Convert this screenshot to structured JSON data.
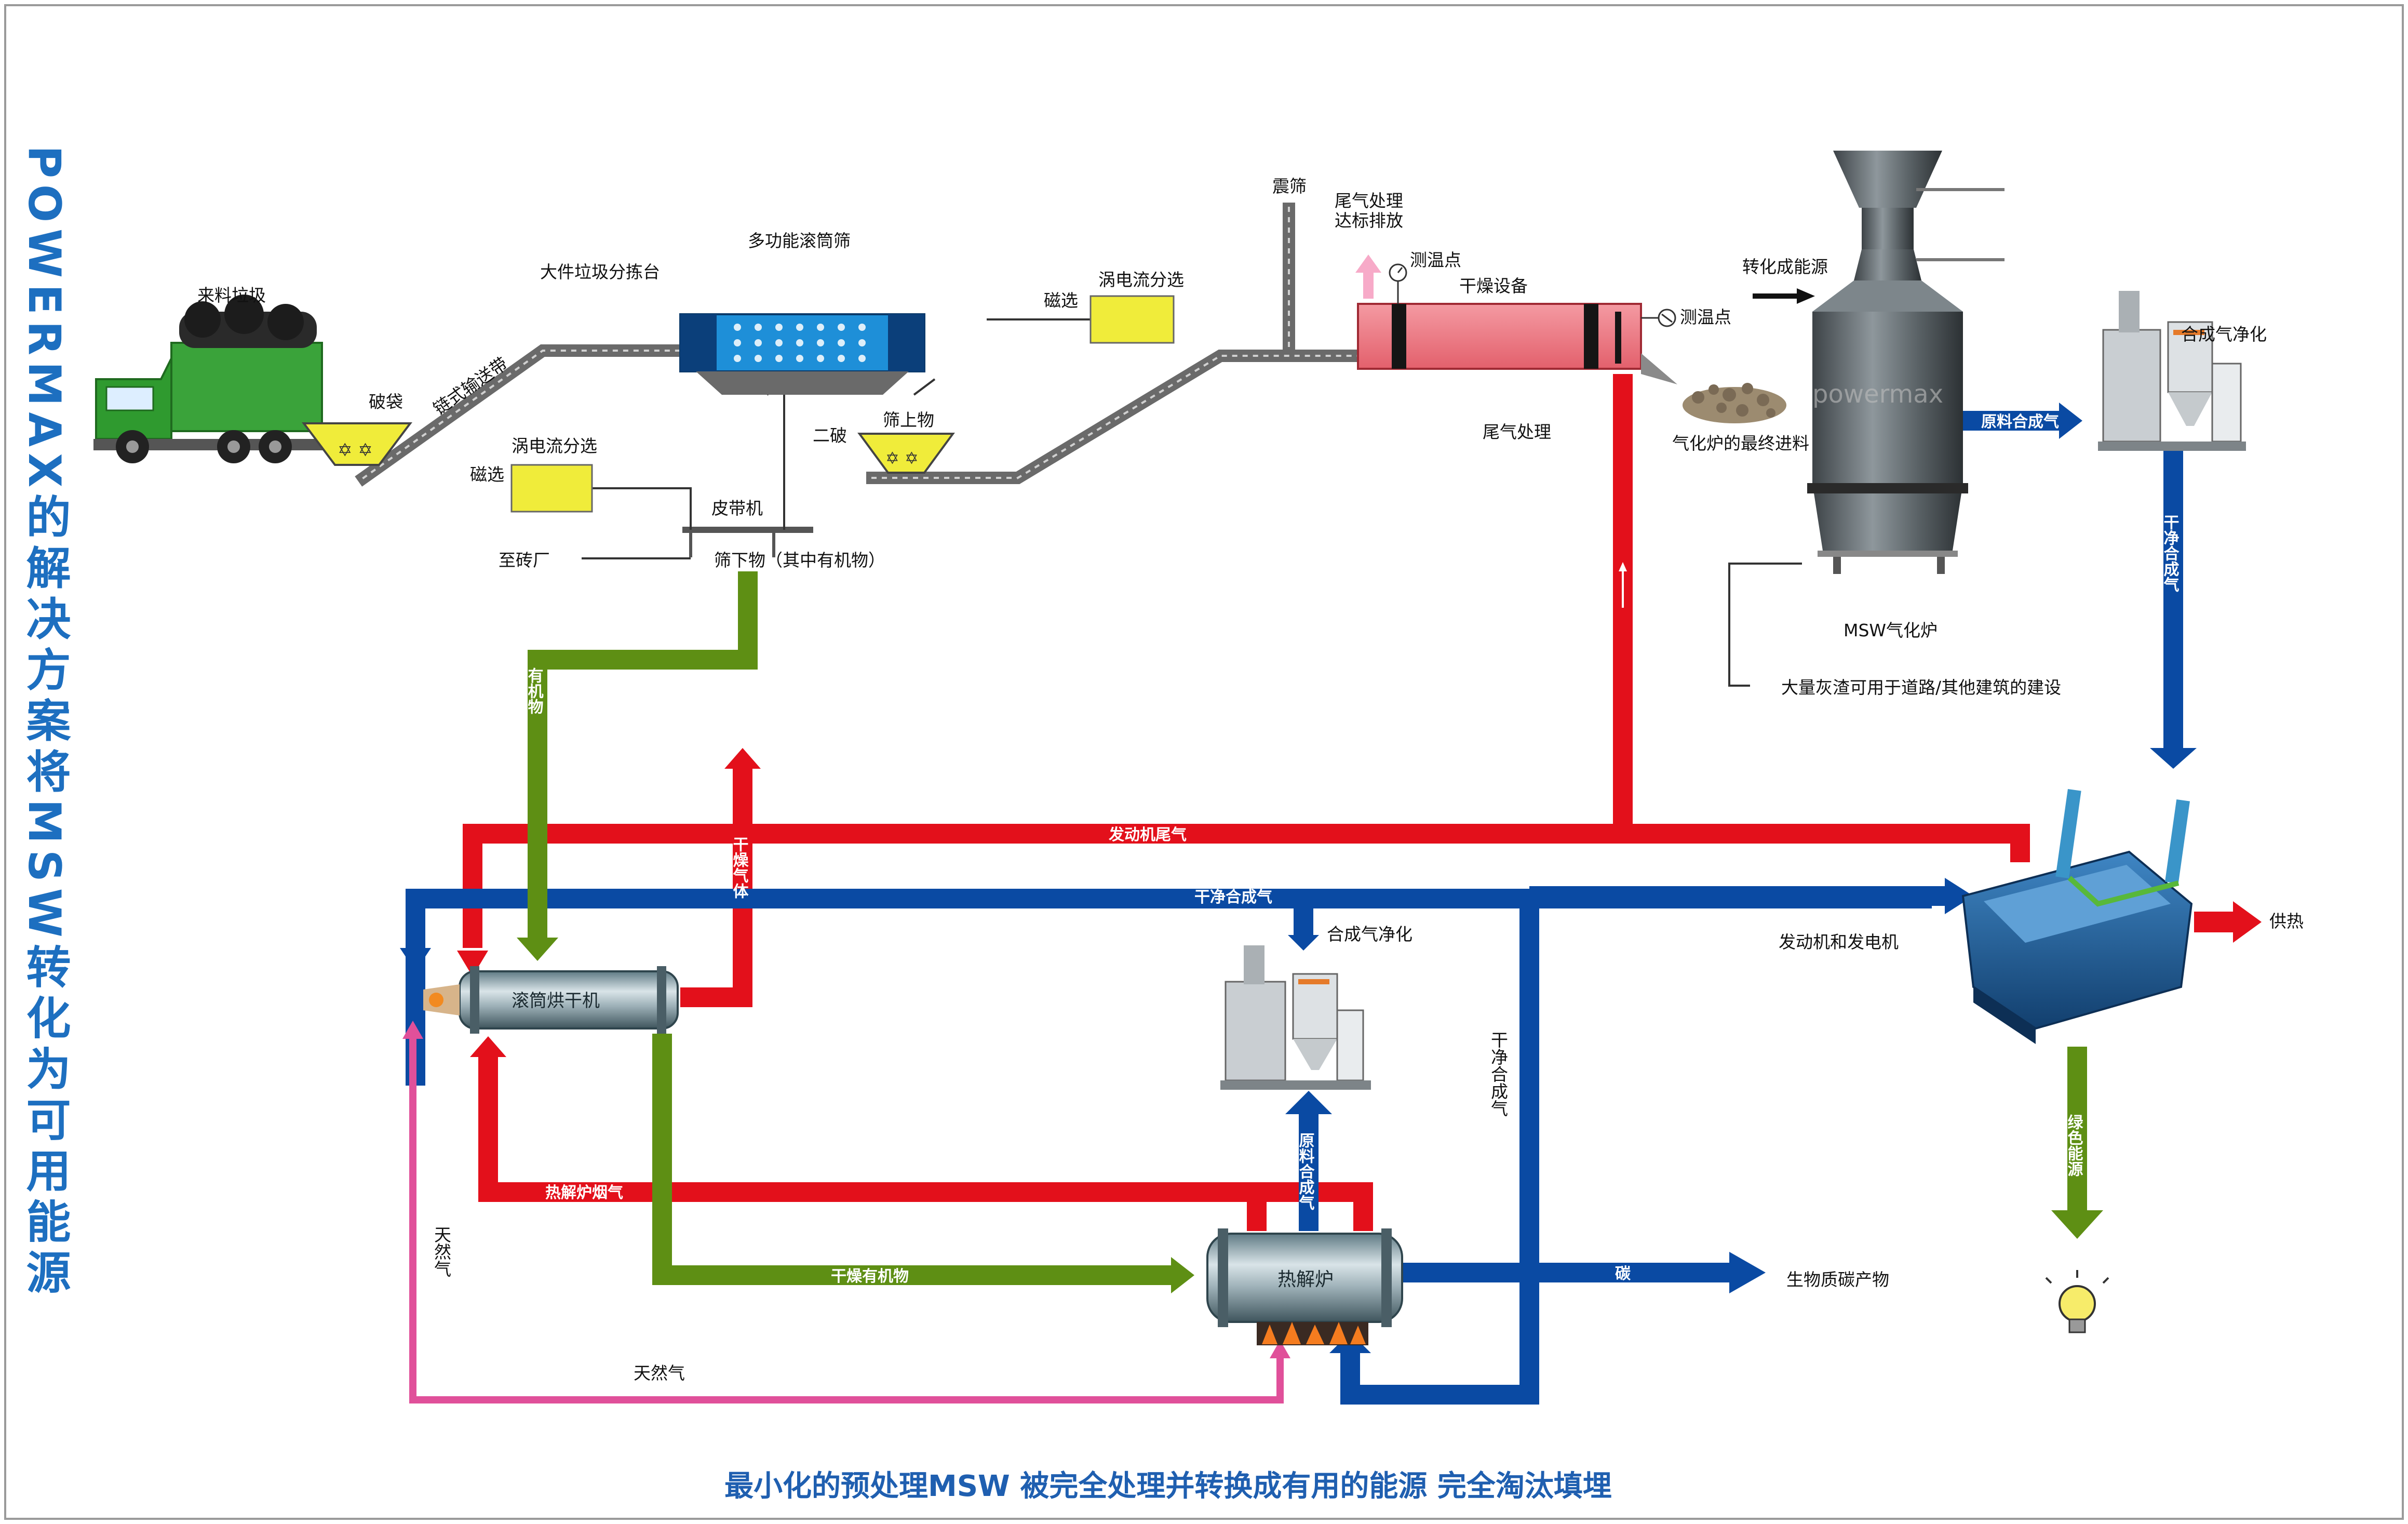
{
  "title_vertical": "POWERMAX的解决方案将MSW转化为可用能源",
  "footer": "最小化的预处理MSW 被完全处理并转换成有用的能源 完全淘汰填埋",
  "watermark": "powermax",
  "colors": {
    "red": "#e3101b",
    "blue": "#0a4aa3",
    "green": "#5e8f14",
    "pink": "#e0509a",
    "yellow": "#f0ec3a",
    "conveyor": "#6a6a6a",
    "title_blue": "#1d6fc0"
  },
  "labels": {
    "incoming_waste": "来料垃圾",
    "bag_breaker": "破袋",
    "chain_conveyor": "链式输送带",
    "bulky_sorting": "大件垃圾分拣台",
    "multi_trommel": "多功能滚筒筛",
    "eddy_current_1": "涡电流分选",
    "magnetic_1": "磁选",
    "belt_conveyor": "皮带机",
    "to_brick_factory": "至砖厂",
    "undersize": "筛下物（其中有机物）",
    "secondary_crusher": "二破",
    "oversize": "筛上物",
    "magnetic_2": "磁选",
    "eddy_current_2": "涡电流分选",
    "vibrating_screen": "震筛",
    "exhaust_treatment_discharge_1": "尾气处理",
    "exhaust_treatment_discharge_2": "达标排放",
    "temp_point_1": "测温点",
    "drying_equipment": "干燥设备",
    "temp_point_2": "测温点",
    "exhaust_treatment": "尾气处理",
    "convert_to_energy": "转化成能源",
    "final_feed": "气化炉的最终进料",
    "msw_gasifier": "MSW气化炉",
    "ash_use": "大量灰渣可用于道路/其他建筑的建设",
    "syngas_cleaning_top": "合成气净化",
    "raw_syngas_top": "原料合成气",
    "clean_syngas_vertical": "干净合成气",
    "engine_generator": "发动机和发电机",
    "heat_supply": "供热",
    "green_energy": "绿色能源",
    "organics": "有机物",
    "engine_exhaust": "发动机尾气",
    "clean_syngas_horizontal": "干净合成气",
    "drying_gas": "干燥气体",
    "trommel_dryer": "滚筒烘干机",
    "syngas_cleaning_mid": "合成气净化",
    "clean_syngas_right": "干净合成气",
    "raw_syngas_mid": "原料合成气",
    "pyrolysis_flue_gas": "热解炉烟气",
    "natural_gas_vertical": "天然气",
    "dried_organics": "干燥有机物",
    "pyrolyzer": "热解炉",
    "carbon": "碳",
    "biochar": "生物质碳产物",
    "natural_gas_horizontal": "天然气"
  },
  "icons": {
    "truck": "garbage-truck-icon",
    "hopper": "hopper-icon",
    "gasifier": "gasifier-tower-icon",
    "engine": "gas-engine-generator-icon",
    "bulb": "light-bulb-icon",
    "thermometer": "thermometer-icon",
    "cleaning_unit": "syngas-cleaning-unit-icon"
  }
}
